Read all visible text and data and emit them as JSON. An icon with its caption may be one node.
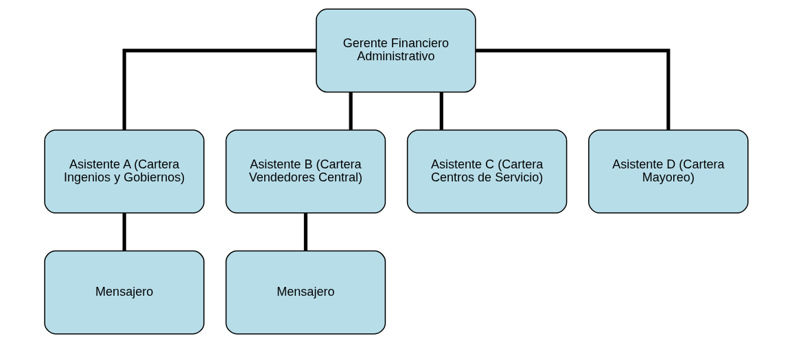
{
  "diagram": {
    "nodes": [
      {
        "text": [
          "Gerente Financiero Administrativo"
        ]
      },
      {
        "text": [
          "Asistente A (Cartera Ingenios y Gobiernos)"
        ]
      },
      {
        "text": [
          "Asistente B (Cartera Vendedores Central)"
        ]
      },
      {
        "text": [
          "Asistente C (Cartera Centros de Servicio)"
        ]
      },
      {
        "text": [
          "Asistente D (Cartera Mayoreo)"
        ]
      },
      {
        "text": [
          "Mensajero"
        ]
      },
      {
        "text": [
          "Mensajero"
        ]
      }
    ],
    "edges": [
      {
        "from": 0,
        "to": 1,
        "arrow": "none"
      },
      {
        "from": 0,
        "to": 2,
        "arrow": "none"
      },
      {
        "from": 0,
        "to": 3,
        "arrow": "none"
      },
      {
        "from": 0,
        "to": 4,
        "arrow": "none"
      },
      {
        "from": 1,
        "to": 5,
        "arrow": "none"
      },
      {
        "from": 2,
        "to": 6,
        "arrow": "none"
      }
    ]
  }
}
